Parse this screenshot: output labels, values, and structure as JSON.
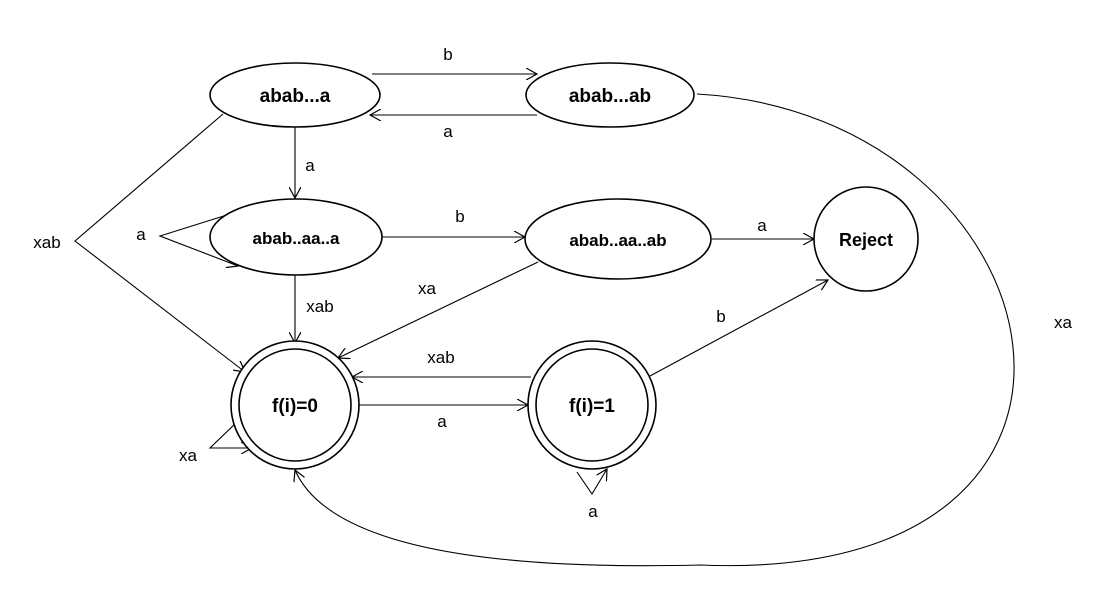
{
  "states": {
    "abab_a": "abab...a",
    "abab_ab": "abab...ab",
    "abab_aa_a": "abab..aa..a",
    "abab_aa_ab": "abab..aa..ab",
    "reject": "Reject",
    "f0": "f(i)=0",
    "f1": "f(i)=1"
  },
  "transitions": {
    "abab_a_to_abab_ab": "b",
    "abab_ab_to_abab_a": "a",
    "abab_a_to_abab_aa_a": "a",
    "abab_a_to_f0": "xab",
    "abab_aa_a_self": "a",
    "abab_aa_a_to_abab_aa_ab": "b",
    "abab_aa_ab_to_reject": "a",
    "abab_aa_a_to_f0": "xab",
    "abab_aa_ab_to_f0": "xa",
    "f1_to_reject": "b",
    "f1_to_f0": "xab",
    "f0_to_f1": "a",
    "f0_self": "xa",
    "f1_self": "a",
    "abab_ab_to_f0": "xa"
  }
}
